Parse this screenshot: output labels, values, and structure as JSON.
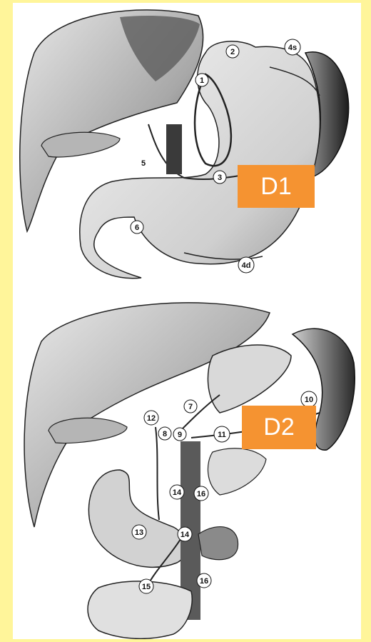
{
  "figure": {
    "panel_top": {
      "tag": "D1",
      "labels": [
        "1",
        "2",
        "3",
        "4s",
        "4d",
        "5",
        "6"
      ]
    },
    "panel_bottom": {
      "tag": "D2",
      "labels": [
        "7",
        "8",
        "9",
        "10",
        "11",
        "12",
        "13",
        "14",
        "14",
        "15",
        "16",
        "16"
      ]
    }
  },
  "colors": {
    "background": "#FFF59A",
    "tag_fill": "#F59331",
    "tag_text": "#FFFFFF"
  }
}
